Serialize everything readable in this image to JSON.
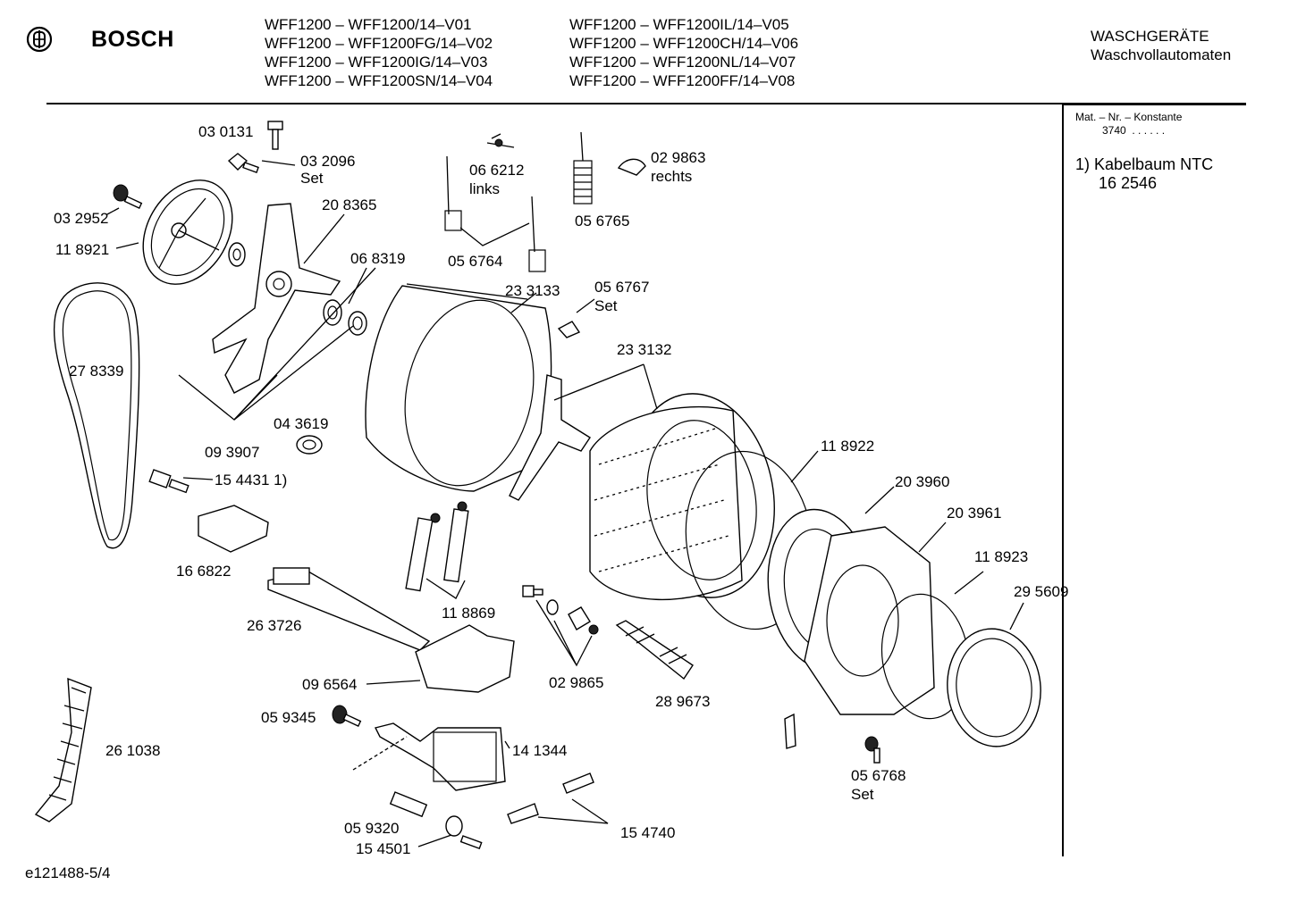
{
  "brand": {
    "name": "BOSCH",
    "logo_icon": "bosch-armature-icon"
  },
  "models": {
    "left": [
      "WFF1200 – WFF1200/14–V01",
      "WFF1200 – WFF1200FG/14–V02",
      "WFF1200 – WFF1200IG/14–V03",
      "WFF1200 – WFF1200SN/14–V04"
    ],
    "right": [
      "WFF1200 – WFF1200IL/14–V05",
      "WFF1200 – WFF1200CH/14–V06",
      "WFF1200 – WFF1200NL/14–V07",
      "WFF1200 – WFF1200FF/14–V08"
    ]
  },
  "category": {
    "line1": "WASCHGERÄTE",
    "line2": "Waschvollautomaten"
  },
  "sidebar": {
    "mat_label": "Mat. – Nr. – Konstante",
    "mat_value": "3740",
    "mat_dots": ". . . . . .",
    "note_title": "1)  Kabelbaum NTC",
    "note_number": "16 2546"
  },
  "footer": {
    "code": "e121488-5/4"
  },
  "parts": [
    {
      "id": "p030131",
      "text": "03 0131"
    },
    {
      "id": "p032096",
      "text": "03 2096"
    },
    {
      "id": "p032096s",
      "text": "Set"
    },
    {
      "id": "p032952",
      "text": "03 2952"
    },
    {
      "id": "p118921",
      "text": "11 8921"
    },
    {
      "id": "p208365",
      "text": "20 8365"
    },
    {
      "id": "p066212",
      "text": "06 6212"
    },
    {
      "id": "p066212l",
      "text": "links"
    },
    {
      "id": "p029863",
      "text": "02 9863"
    },
    {
      "id": "p029863r",
      "text": "rechts"
    },
    {
      "id": "p056765",
      "text": "05 6765"
    },
    {
      "id": "p068319",
      "text": "06 8319"
    },
    {
      "id": "p056764",
      "text": "05 6764"
    },
    {
      "id": "p233133",
      "text": "23 3133"
    },
    {
      "id": "p056767",
      "text": "05 6767"
    },
    {
      "id": "p056767s",
      "text": "Set"
    },
    {
      "id": "p278339",
      "text": "27 8339"
    },
    {
      "id": "p233132",
      "text": "23 3132"
    },
    {
      "id": "p043619",
      "text": "04 3619"
    },
    {
      "id": "p093907",
      "text": "09 3907"
    },
    {
      "id": "p118922",
      "text": "11 8922"
    },
    {
      "id": "p154431",
      "text": "15 4431 1)"
    },
    {
      "id": "p203960",
      "text": "20 3960"
    },
    {
      "id": "p203961",
      "text": "20 3961"
    },
    {
      "id": "p166822",
      "text": "16 6822"
    },
    {
      "id": "p118923",
      "text": "11 8923"
    },
    {
      "id": "p295609",
      "text": "29 5609"
    },
    {
      "id": "p118869",
      "text": "11 8869"
    },
    {
      "id": "p263726",
      "text": "26 3726"
    },
    {
      "id": "p096564",
      "text": "09 6564"
    },
    {
      "id": "p029865",
      "text": "02 9865"
    },
    {
      "id": "p289673",
      "text": "28 9673"
    },
    {
      "id": "p059345",
      "text": "05 9345"
    },
    {
      "id": "p141344",
      "text": "14 1344"
    },
    {
      "id": "p261038",
      "text": "26 1038"
    },
    {
      "id": "p056768",
      "text": "05 6768"
    },
    {
      "id": "p056768s",
      "text": "Set"
    },
    {
      "id": "p059320",
      "text": "05 9320"
    },
    {
      "id": "p154740",
      "text": "15 4740"
    },
    {
      "id": "p154501",
      "text": "15 4501"
    }
  ]
}
